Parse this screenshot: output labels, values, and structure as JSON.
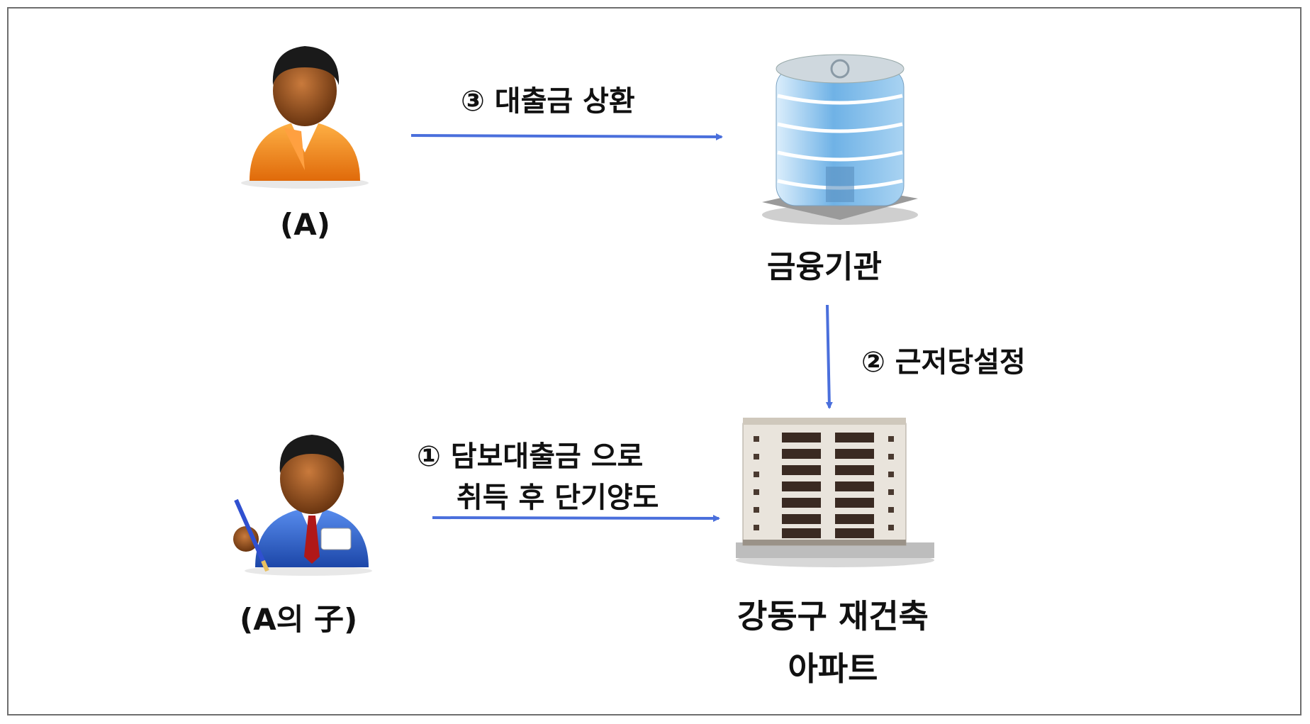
{
  "nodes": {
    "person_a": {
      "label": "(A)"
    },
    "person_a_child": {
      "label": "(A의 子)"
    },
    "bank": {
      "label": "금융기관"
    },
    "apartment": {
      "label_line1": "강동구 재건축",
      "label_line2": "아파트"
    }
  },
  "edges": {
    "step1": {
      "line1": "① 담보대출금 으로",
      "line2": "취득 후 단기양도"
    },
    "step2": {
      "text": "② 근저당설정"
    },
    "step3": {
      "text": "③ 대출금 상환"
    }
  },
  "colors": {
    "arrow": "#4a6fdc",
    "border": "#6e6e6e",
    "person_a_shirt": "#f08a1c",
    "person_child_shirt": "#2f5fc4",
    "skin": "#9a5a2a"
  },
  "icons": {
    "person_a": "person-orange-icon",
    "person_a_child": "person-blue-icon",
    "bank": "office-building-icon",
    "apartment": "apartment-building-icon"
  }
}
